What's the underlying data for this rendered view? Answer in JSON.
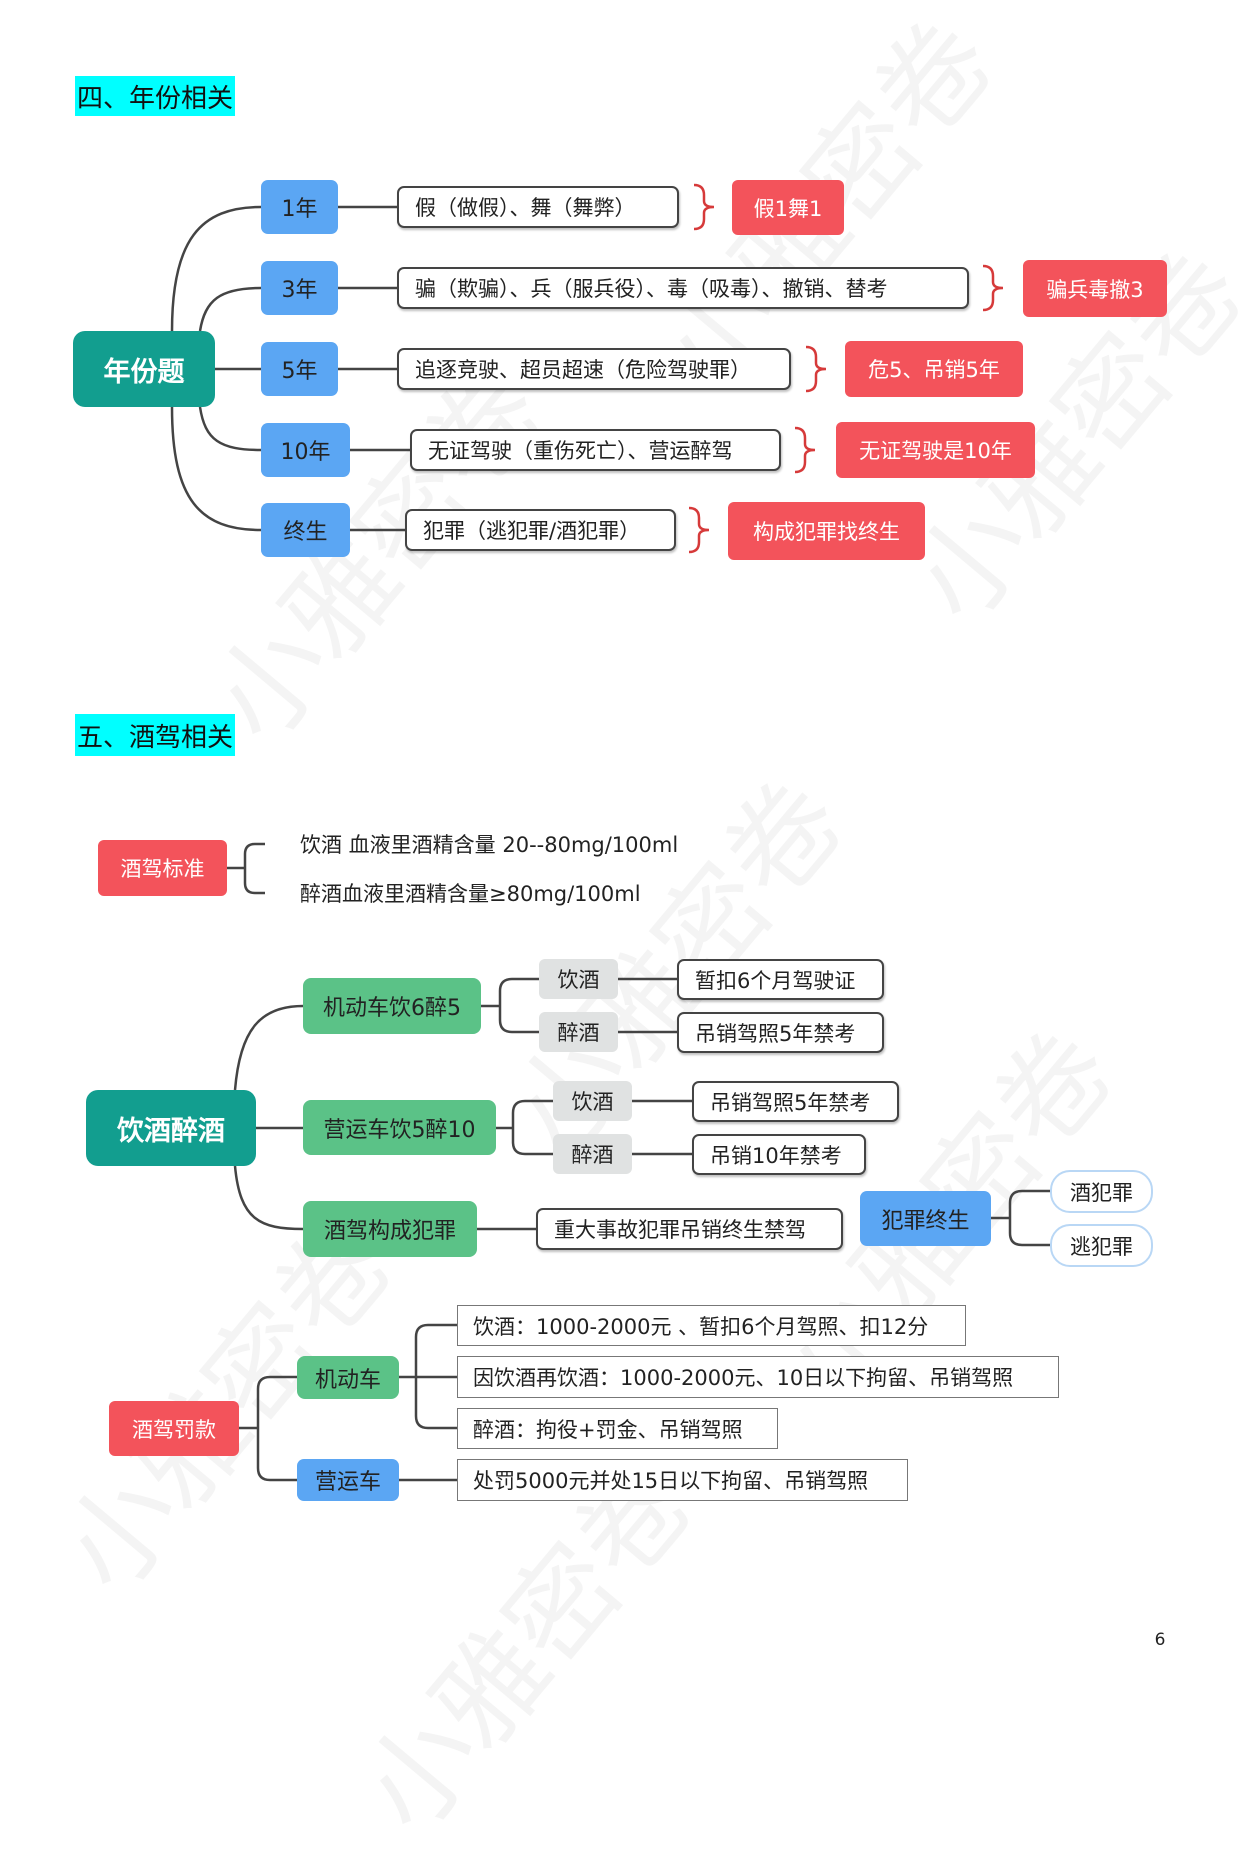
{
  "section4": {
    "heading": "四、年份相关",
    "root": "年份题",
    "rows": [
      {
        "year": "1年",
        "content": "假（做假）、舞（舞弊）",
        "mnemonic": "假1舞1"
      },
      {
        "year": "3年",
        "content": "骗（欺骗）、兵（服兵役）、毒（吸毒）、撤销、替考",
        "mnemonic": "骗兵毒撤3"
      },
      {
        "year": "5年",
        "content": "追逐竞驶、超员超速（危险驾驶罪）",
        "mnemonic": "危5、吊销5年"
      },
      {
        "year": "10年",
        "content": "无证驾驶（重伤死亡）、营运醉驾",
        "mnemonic": "无证驾驶是10年"
      },
      {
        "year": "终生",
        "content": "犯罪（逃犯罪/酒犯罪）",
        "mnemonic": "构成犯罪找终生"
      }
    ]
  },
  "section5": {
    "heading": "五、酒驾相关",
    "standard": {
      "label": "酒驾标准",
      "items": [
        "饮酒 血液里酒精含量 20--80mg/100ml",
        "醉酒血液里酒精含量≥80mg/100ml"
      ]
    },
    "drink": {
      "root": "饮酒醉酒",
      "motor": {
        "label": "机动车饮6醉5",
        "drink": "饮酒",
        "drink_result": "暂扣6个月驾驶证",
        "drunk": "醉酒",
        "drunk_result": "吊销驾照5年禁考"
      },
      "commercial": {
        "label": "营运车饮5醉10",
        "drink": "饮酒",
        "drink_result": "吊销驾照5年禁考",
        "drunk": "醉酒",
        "drunk_result": "吊销10年禁考"
      },
      "crime": {
        "label": "酒驾构成犯罪",
        "result": "重大事故犯罪吊销终生禁驾",
        "lifetime": "犯罪终生",
        "items": [
          "酒犯罪",
          "逃犯罪"
        ]
      }
    },
    "fines": {
      "label": "酒驾罚款",
      "motor": {
        "label": "机动车",
        "items": [
          "饮酒：1000-2000元 、暂扣6个月驾照、扣12分",
          "因饮酒再饮酒：1000-2000元、10日以下拘留、吊销驾照",
          "醉酒：拘役+罚金、吊销驾照"
        ]
      },
      "commercial": {
        "label": "营运车",
        "items": [
          "处罚5000元并处15日以下拘留、吊销驾照"
        ]
      }
    }
  },
  "page_number": "6",
  "watermark": "小雅密卷",
  "colors": {
    "teal": "#129e8f",
    "blue": "#5ba6f3",
    "red": "#f3535b",
    "green": "#5bc287",
    "heading_bg": "#00ffff"
  }
}
